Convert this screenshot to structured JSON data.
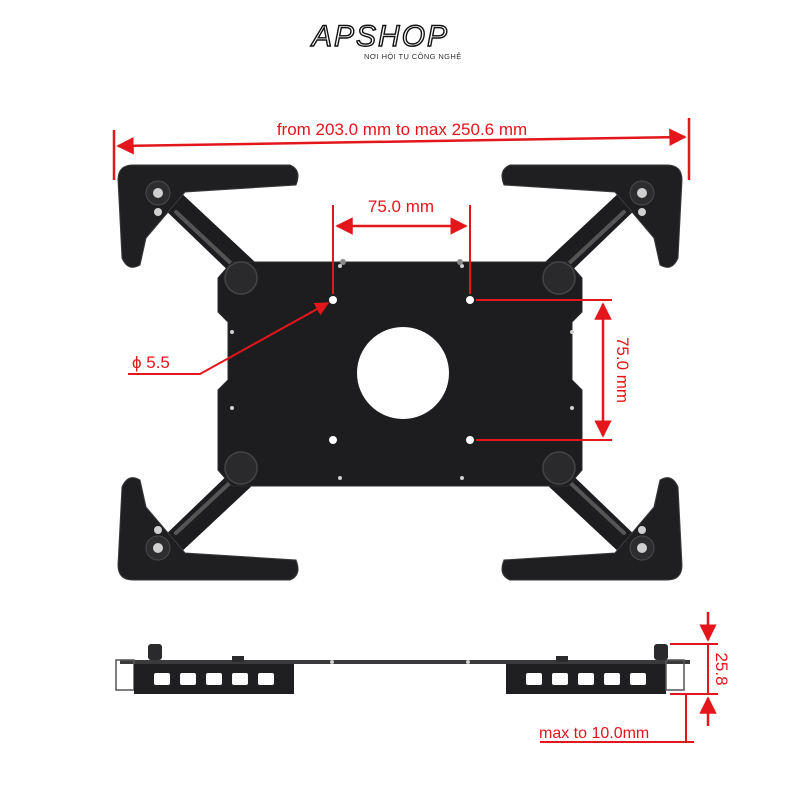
{
  "brand": {
    "name": "APSHOP",
    "tagline": "NƠI HỘI TỤ CÔNG NGHỆ"
  },
  "colors": {
    "dimension": "#e3161b",
    "part": "#1d1d1f",
    "part_edge": "#3a3a3c",
    "background": "#ffffff"
  },
  "dimensions": {
    "width_range": "from 203.0 mm to max 250.6 mm",
    "hole_horizontal": "75.0 mm",
    "hole_vertical": "75.0 mm",
    "hole_diameter": "ϕ 5.5",
    "height": "25.8",
    "clamp_depth": "max to 10.0mm"
  }
}
